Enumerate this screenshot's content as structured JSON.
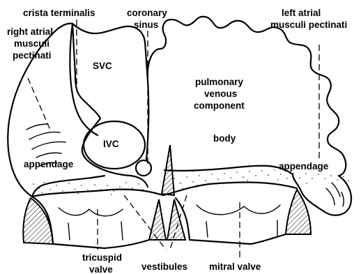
{
  "labels": {
    "crista_terminalis": "crista terminalis",
    "coronary_sinus_line1": "coronary",
    "coronary_sinus_line2": "sinus",
    "left_atrial_mp_line1": "left atrial",
    "left_atrial_mp_line2": "musculi pectinati",
    "right_atrial_mp_line1": "right atrial",
    "right_atrial_mp_line2": "musculi",
    "right_atrial_mp_line3": "pectinati",
    "svc": "SVC",
    "ivc": "IVC",
    "pulmonary_line1": "pulmonary",
    "pulmonary_line2": "venous",
    "pulmonary_line3": "component",
    "body": "body",
    "appendage_right": "appendage",
    "appendage_left": "appendage",
    "tricuspid_line1": "tricuspid",
    "tricuspid_line2": "valve",
    "vestibules": "vestibules",
    "mitral_valve": "mitral valve"
  }
}
